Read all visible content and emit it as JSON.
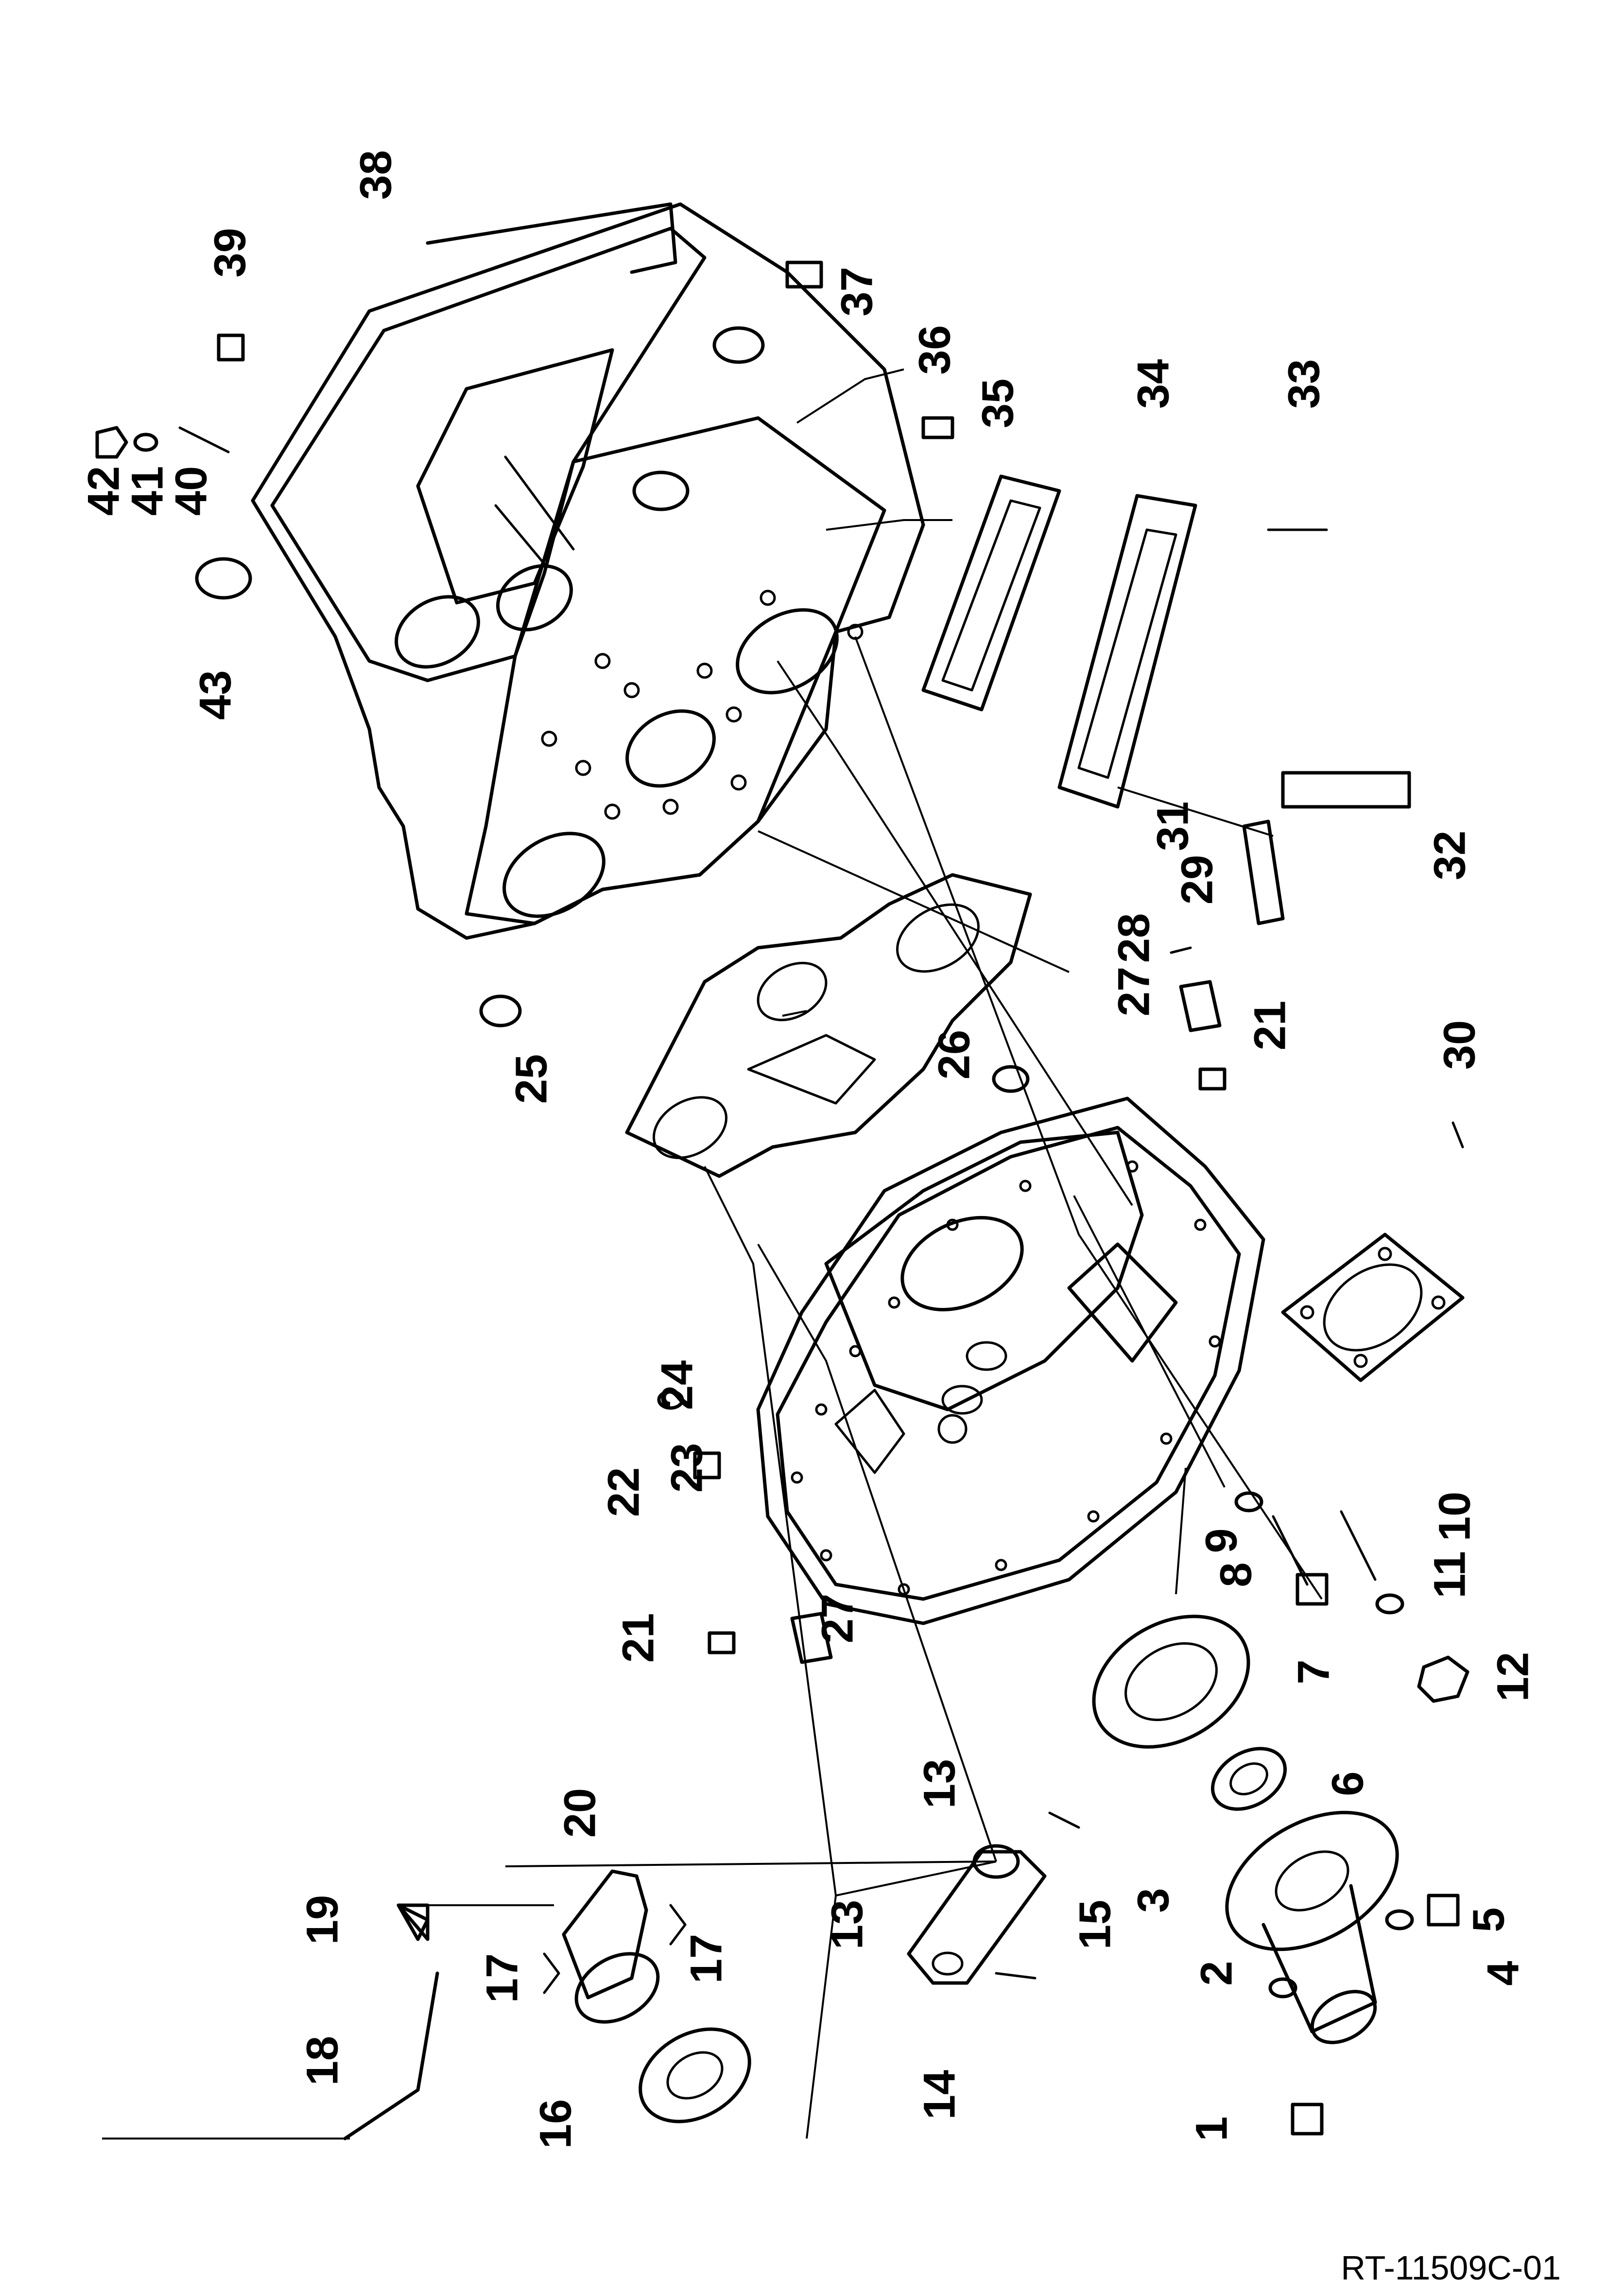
{
  "drawing_reference": "RT-11509C-01",
  "callouts": [
    "1",
    "2",
    "3",
    "4",
    "5",
    "6",
    "7",
    "8",
    "9",
    "10",
    "11",
    "12",
    "13",
    "13",
    "14",
    "15",
    "16",
    "17",
    "17",
    "18",
    "19",
    "20",
    "21",
    "21",
    "22",
    "23",
    "24",
    "25",
    "26",
    "27",
    "27",
    "28",
    "29",
    "30",
    "31",
    "32",
    "33",
    "34",
    "35",
    "36",
    "37",
    "38",
    "39",
    "40",
    "41",
    "42",
    "43"
  ],
  "icons": [
    "transmission-case",
    "front-housing",
    "gasket",
    "cover-plate",
    "bearing-retainer",
    "release-yoke",
    "throwout-bearing",
    "bolt",
    "washer",
    "nut",
    "stud",
    "plug",
    "dowel"
  ]
}
